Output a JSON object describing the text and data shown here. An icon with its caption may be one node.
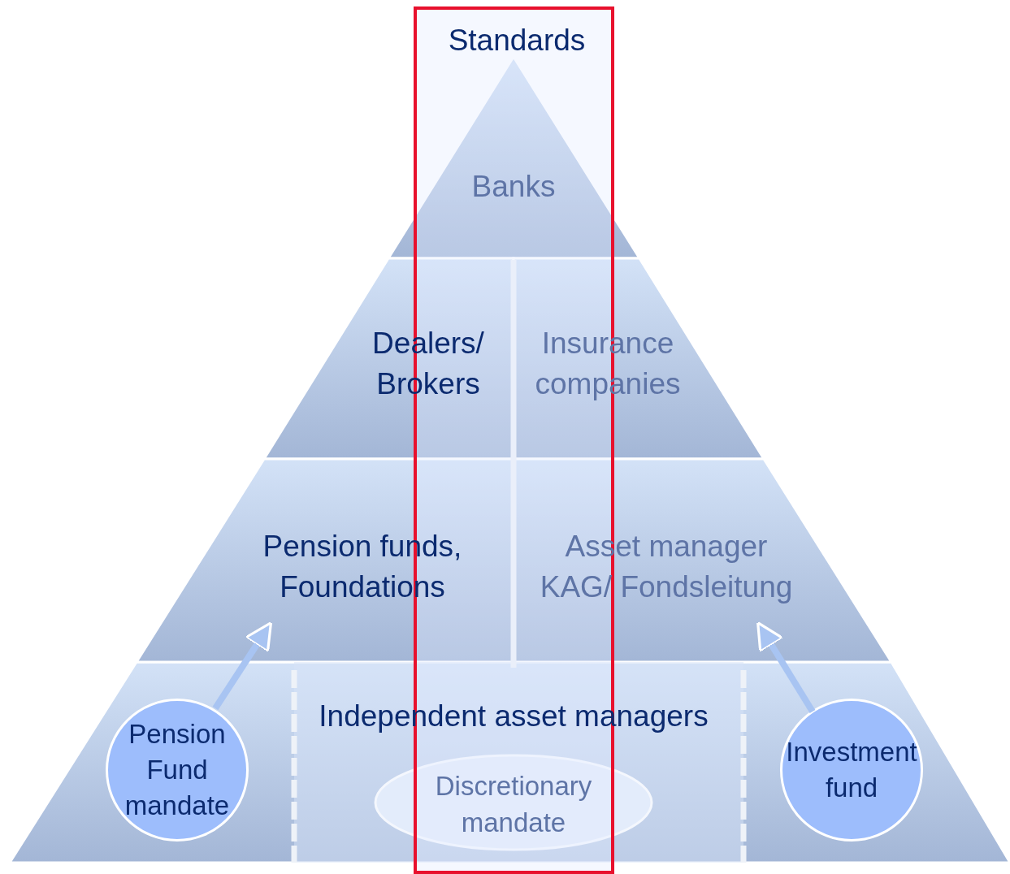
{
  "diagram": {
    "nodes": [
      {
        "text": [
          "Standards"
        ]
      },
      {
        "text": [
          "Banks"
        ]
      },
      {
        "text": [
          "Dealers/ Brokers"
        ]
      },
      {
        "text": [
          "Insurance companies"
        ]
      },
      {
        "text": [
          "Pension funds, Foundations"
        ]
      },
      {
        "text": [
          "Asset manager KAG/ Fondsleitung"
        ]
      },
      {
        "text": [
          "Independent asset managers"
        ]
      },
      {
        "text": [
          "Discretionary mandate"
        ],
        "in": 6
      },
      {
        "text": [
          "Pension Fund mandate"
        ]
      },
      {
        "text": [
          "Investment fund"
        ]
      }
    ],
    "edges": [
      {
        "from": 8,
        "to": 4,
        "arrow": "to"
      },
      {
        "from": 9,
        "to": 5,
        "arrow": "to"
      }
    ]
  }
}
